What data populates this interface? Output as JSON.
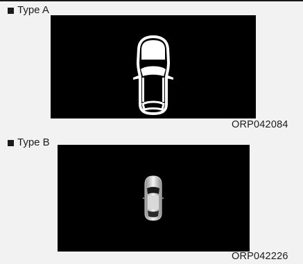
{
  "panel_a": {
    "label": "Type A",
    "code": "ORP042084",
    "car_icon": "car-top-view-outline-icon"
  },
  "panel_b": {
    "label": "Type B",
    "code": "ORP042226",
    "car_icon": "car-top-view-shaded-icon"
  },
  "colors": {
    "screen_background": "#000000",
    "page_background": "#f2f2f2",
    "car_outline": "#ffffff"
  }
}
